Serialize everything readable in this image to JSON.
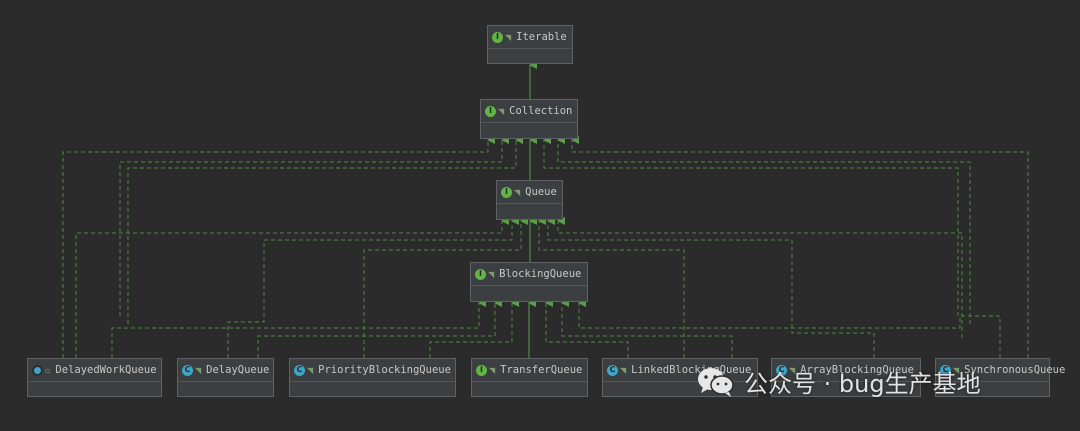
{
  "nodes": [
    {
      "id": "iterable",
      "label": "Iterable",
      "kind": "interface"
    },
    {
      "id": "collection",
      "label": "Collection",
      "kind": "interface"
    },
    {
      "id": "queue",
      "label": "Queue",
      "kind": "interface"
    },
    {
      "id": "blockingqueue",
      "label": "BlockingQueue",
      "kind": "interface"
    },
    {
      "id": "delayedworkqueue",
      "label": "DelayedWorkQueue",
      "kind": "class"
    },
    {
      "id": "delayqueue",
      "label": "DelayQueue",
      "kind": "class"
    },
    {
      "id": "priorityblockingqueue",
      "label": "PriorityBlockingQueue",
      "kind": "class"
    },
    {
      "id": "transferqueue",
      "label": "TransferQueue",
      "kind": "interface"
    },
    {
      "id": "linkedblockingqueue",
      "label": "LinkedBlockingQueue",
      "kind": "class"
    },
    {
      "id": "arrayblockingqueue",
      "label": "ArrayBlockingQueue",
      "kind": "class"
    },
    {
      "id": "synchronousqueue",
      "label": "SynchronousQueue",
      "kind": "class"
    }
  ],
  "icons": {
    "interface": "interface-icon",
    "class": "class-icon"
  },
  "colors": {
    "background": "#2b2b2b",
    "node": "#3c3f41",
    "edge": "#5a9e4a",
    "interface": "#62b543",
    "class": "#40a6c8"
  },
  "watermark": {
    "text": "公众号 · bug生产基地",
    "icon": "wechat-icon"
  }
}
